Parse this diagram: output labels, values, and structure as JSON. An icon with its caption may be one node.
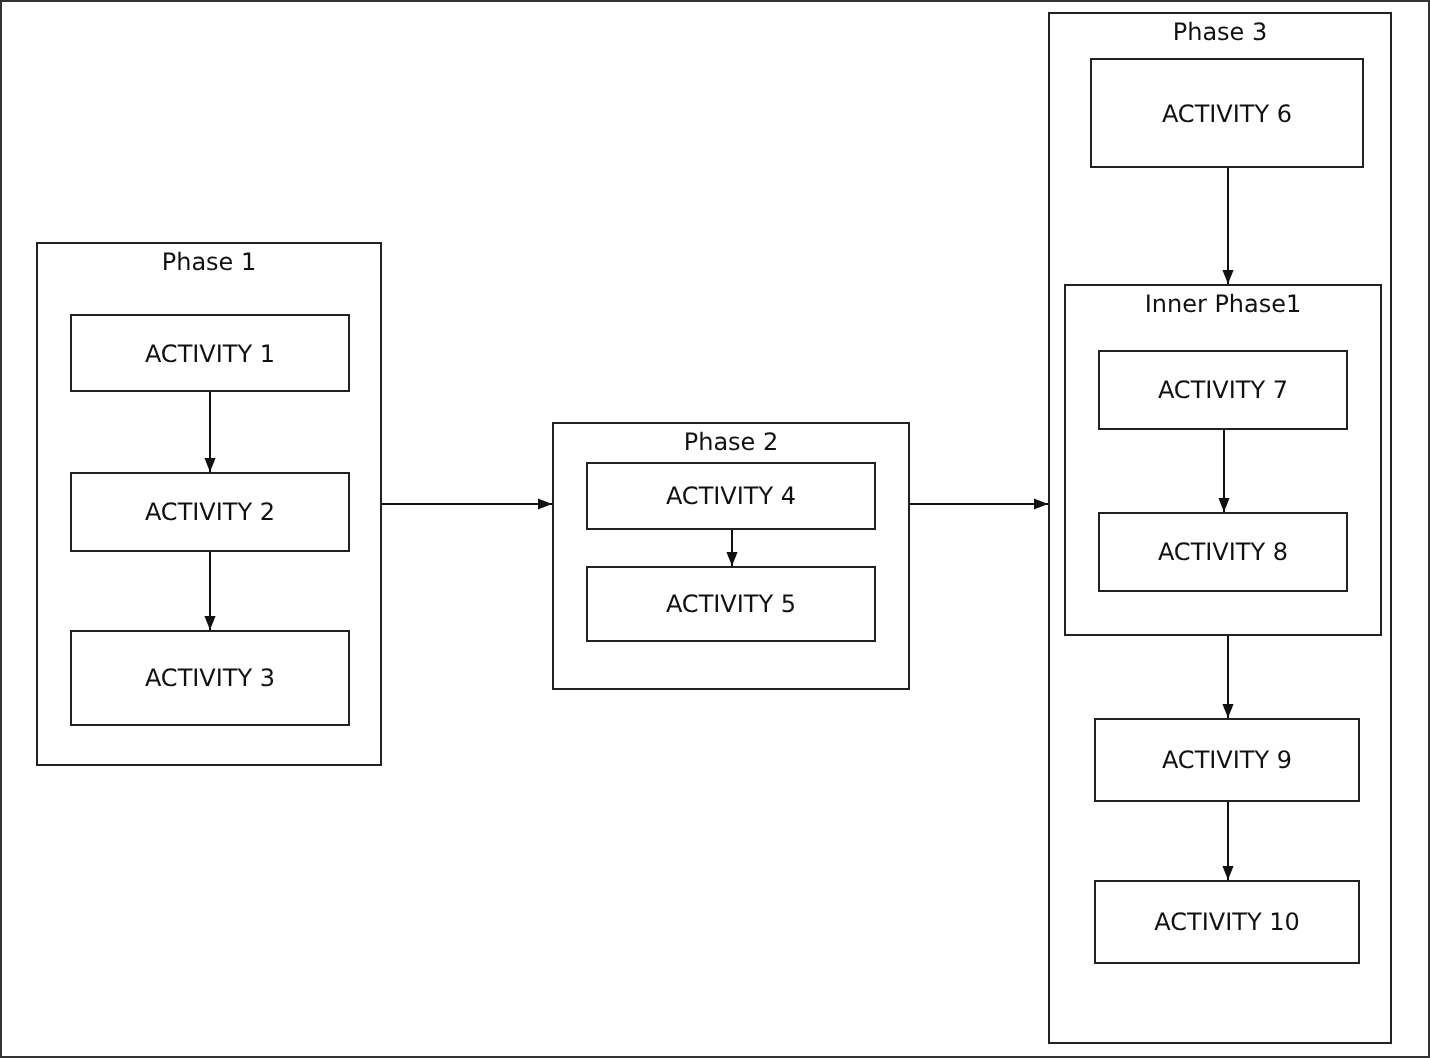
{
  "diagram": {
    "nodes": [
      {
        "text": [
          "Phase 1"
        ]
      },
      {
        "text": [
          "ACTIVITY 1"
        ],
        "in": 0
      },
      {
        "text": [
          "ACTIVITY 2"
        ],
        "in": 0
      },
      {
        "text": [
          "ACTIVITY 3"
        ],
        "in": 0
      },
      {
        "text": [
          "Phase 2"
        ]
      },
      {
        "text": [
          "ACTIVITY 4"
        ],
        "in": 4
      },
      {
        "text": [
          "ACTIVITY 5"
        ],
        "in": 4
      },
      {
        "text": [
          "Phase 3"
        ]
      },
      {
        "text": [
          "ACTIVITY 6"
        ],
        "in": 7
      },
      {
        "text": [
          "Inner Phase1"
        ],
        "in": 7
      },
      {
        "text": [
          "ACTIVITY 7"
        ],
        "in": 9
      },
      {
        "text": [
          "ACTIVITY 8"
        ],
        "in": 9
      },
      {
        "text": [
          "ACTIVITY 9"
        ],
        "in": 7
      },
      {
        "text": [
          "ACTIVITY 10"
        ],
        "in": 7
      }
    ],
    "edges": [
      {
        "from": 1,
        "to": 2,
        "arrow": "to"
      },
      {
        "from": 2,
        "to": 3,
        "arrow": "to"
      },
      {
        "from": 0,
        "to": 4,
        "arrow": "to"
      },
      {
        "from": 5,
        "to": 6,
        "arrow": "to"
      },
      {
        "from": 4,
        "to": 7,
        "arrow": "to"
      },
      {
        "from": 8,
        "to": 9,
        "arrow": "to"
      },
      {
        "from": 10,
        "to": 11,
        "arrow": "to"
      },
      {
        "from": 9,
        "to": 12,
        "arrow": "to"
      },
      {
        "from": 12,
        "to": 13,
        "arrow": "to"
      }
    ]
  }
}
